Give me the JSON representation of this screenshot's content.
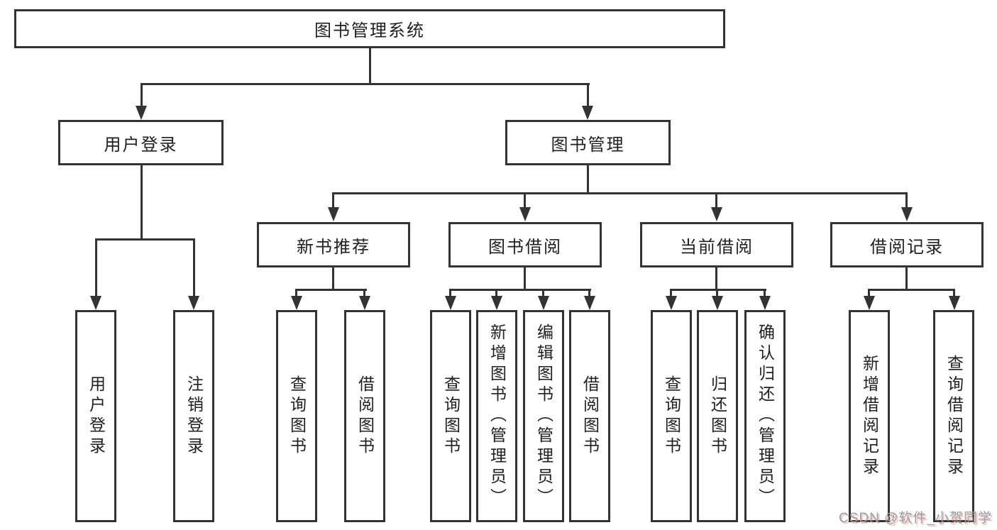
{
  "diagram": {
    "root": {
      "label": "图书管理系统"
    },
    "branches": [
      {
        "label": "用户登录",
        "children": [
          {
            "label": "用户登录"
          },
          {
            "label": "注销登录"
          }
        ]
      },
      {
        "label": "图书管理",
        "children": [
          {
            "label": "新书推荐",
            "children": [
              {
                "label": "查询图书"
              },
              {
                "label": "借阅图书"
              }
            ]
          },
          {
            "label": "图书借阅",
            "children": [
              {
                "label": "查询图书"
              },
              {
                "label": "新增图书（管理员）"
              },
              {
                "label": "编辑图书（管理员）"
              },
              {
                "label": "借阅图书"
              }
            ]
          },
          {
            "label": "当前借阅",
            "children": [
              {
                "label": "查询图书"
              },
              {
                "label": "归还图书"
              },
              {
                "label": "确认归还（管理员）"
              }
            ]
          },
          {
            "label": "借阅记录",
            "children": [
              {
                "label": "新增借阅记录"
              },
              {
                "label": "查询借阅记录"
              }
            ]
          }
        ]
      }
    ]
  },
  "watermark": {
    "text": "CSDN @软件_小贺同学"
  },
  "colors": {
    "line": "#333333",
    "background": "#ffffff",
    "text": "#1f1f1f",
    "watermark": "#9e9e9e",
    "watermark_shadow": "#e06a6a"
  }
}
